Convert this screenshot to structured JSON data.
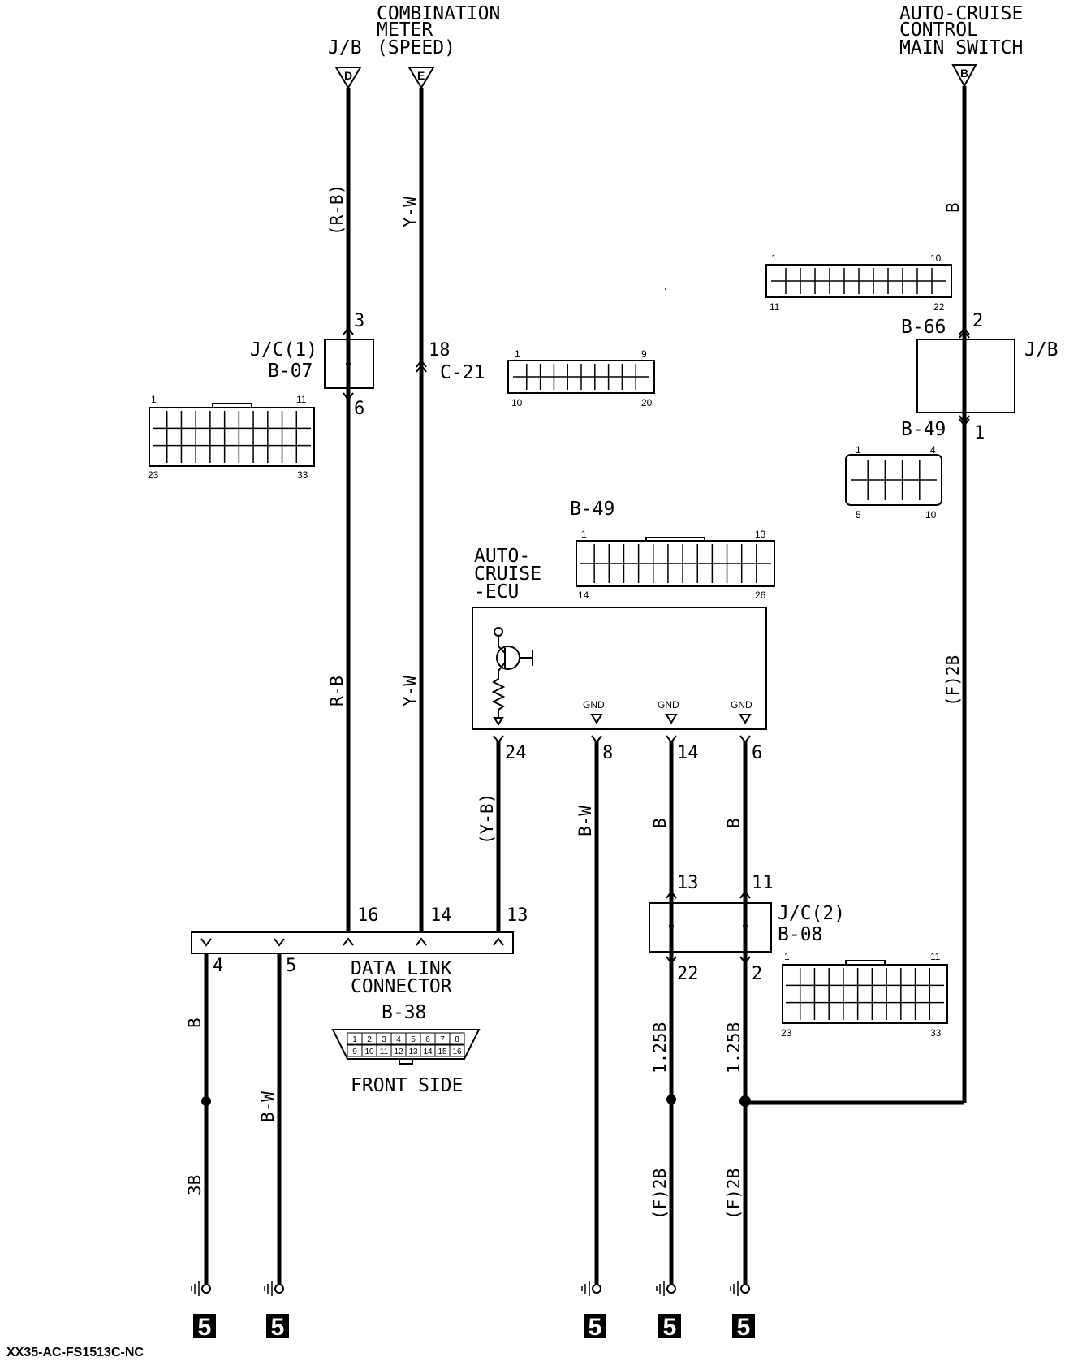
{
  "terminals": {
    "jb_d": {
      "title": "J/B",
      "letter": "D"
    },
    "meter_e": {
      "title_lines": [
        "COMBINATION",
        "METER",
        "(SPEED)"
      ],
      "letter": "E"
    },
    "main_switch_b": {
      "title_lines": [
        "AUTO-CRUISE",
        "CONTROL",
        "MAIN SWITCH"
      ],
      "letter": "B"
    }
  },
  "wire_colors": {
    "rb_top": "(R-B)",
    "rb_bottom": "R-B",
    "yw_top": "Y-W",
    "yw_bottom": "Y-W",
    "b_top_right": "B",
    "f2b_right": "(F)2B",
    "yb": "(Y-B)",
    "bw_mid": "B-W",
    "b_14": "B",
    "b_6": "B",
    "b_4": "B",
    "bw_5": "B-W",
    "b3": "3B",
    "w125_22": "1.25B",
    "w125_2": "1.25B",
    "f2b_22": "(F)2B",
    "f2b_2": "(F)2B"
  },
  "pins": {
    "jc1_in": "3",
    "jc1_out": "6",
    "c21_pin": "18",
    "jb_in": "2",
    "jb_out": "1",
    "ecu_24": "24",
    "ecu_8": "8",
    "ecu_14": "14",
    "ecu_6": "6",
    "dlc_16": "16",
    "dlc_14": "14",
    "dlc_13": "13",
    "dlc_4": "4",
    "dlc_5": "5",
    "jc2_13": "13",
    "jc2_11": "11",
    "jc2_22": "22",
    "jc2_2": "2"
  },
  "components": {
    "jc1": {
      "line1": "J/C(1)",
      "line2": "B-07"
    },
    "c21": "C-21",
    "b66": "B-66",
    "jb_right": "J/B",
    "b49_top": "B-49",
    "ecu_conn": "B-49",
    "ecu": {
      "lines": [
        "AUTO-",
        "CRUISE",
        "-ECU"
      ],
      "gnd": "GND"
    },
    "jc2": {
      "line1": "J/C(2)",
      "line2": "B-08"
    },
    "dlc": {
      "lines": [
        "DATA LINK",
        "CONNECTOR"
      ],
      "conn": "B-38",
      "side": "FRONT SIDE"
    }
  },
  "connector_pins": {
    "c21_conn": {
      "tl": "1",
      "tr": "9",
      "bl": "10",
      "br": "20"
    },
    "b66_conn": {
      "tl": "1",
      "tr": "10",
      "bl": "11",
      "br": "22"
    },
    "b49_small": {
      "tl": "1",
      "tr": "4",
      "bl": "5",
      "br": "10"
    },
    "ecu_conn": {
      "tl": "1",
      "tr": "13",
      "bl": "14",
      "br": "26"
    },
    "jc1_conn": {
      "tl": "1",
      "tr": "11",
      "bl": "23",
      "br": "33"
    },
    "jc2_conn": {
      "tl": "1",
      "tr": "11",
      "bl": "23",
      "br": "33"
    },
    "dlc_top": [
      "1",
      "2",
      "3",
      "4",
      "5",
      "6",
      "7",
      "8"
    ],
    "dlc_bottom": [
      "9",
      "10",
      "11",
      "12",
      "13",
      "14",
      "15",
      "16"
    ]
  },
  "ground_tag": "5",
  "figure_code": "XX35-AC-FS1513C-NC"
}
